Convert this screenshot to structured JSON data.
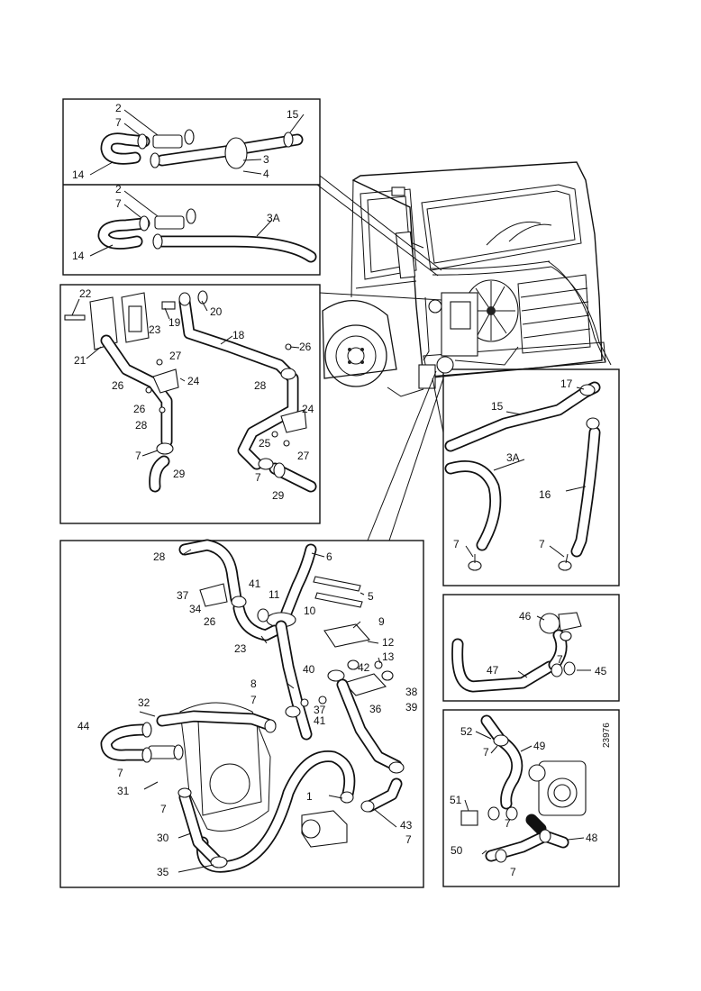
{
  "panels": {
    "top_left": {
      "upper": [
        "2",
        "7",
        "15",
        "14",
        "3",
        "4"
      ],
      "lower": [
        "2",
        "7",
        "3A",
        "14"
      ]
    },
    "mid_left": [
      "22",
      "23",
      "19",
      "20",
      "18",
      "21",
      "27",
      "24",
      "26",
      "26",
      "28",
      "28",
      "26",
      "24",
      "25",
      "27",
      "7",
      "29",
      "7",
      "29"
    ],
    "right_1": [
      "17",
      "15",
      "3A",
      "16",
      "7",
      "7"
    ],
    "right_2": [
      "46",
      "7",
      "47",
      "45"
    ],
    "right_3": [
      "52",
      "7",
      "49",
      "51",
      "7",
      "48",
      "50",
      "7"
    ],
    "bottom_left": [
      "28",
      "6",
      "37",
      "41",
      "11",
      "34",
      "26",
      "10",
      "5",
      "23",
      "9",
      "12",
      "13",
      "40",
      "42",
      "8",
      "38",
      "7",
      "41",
      "37",
      "39",
      "32",
      "36",
      "44",
      "7",
      "31",
      "7",
      "1",
      "30",
      "43",
      "7",
      "35"
    ]
  },
  "ref_number": "23976"
}
